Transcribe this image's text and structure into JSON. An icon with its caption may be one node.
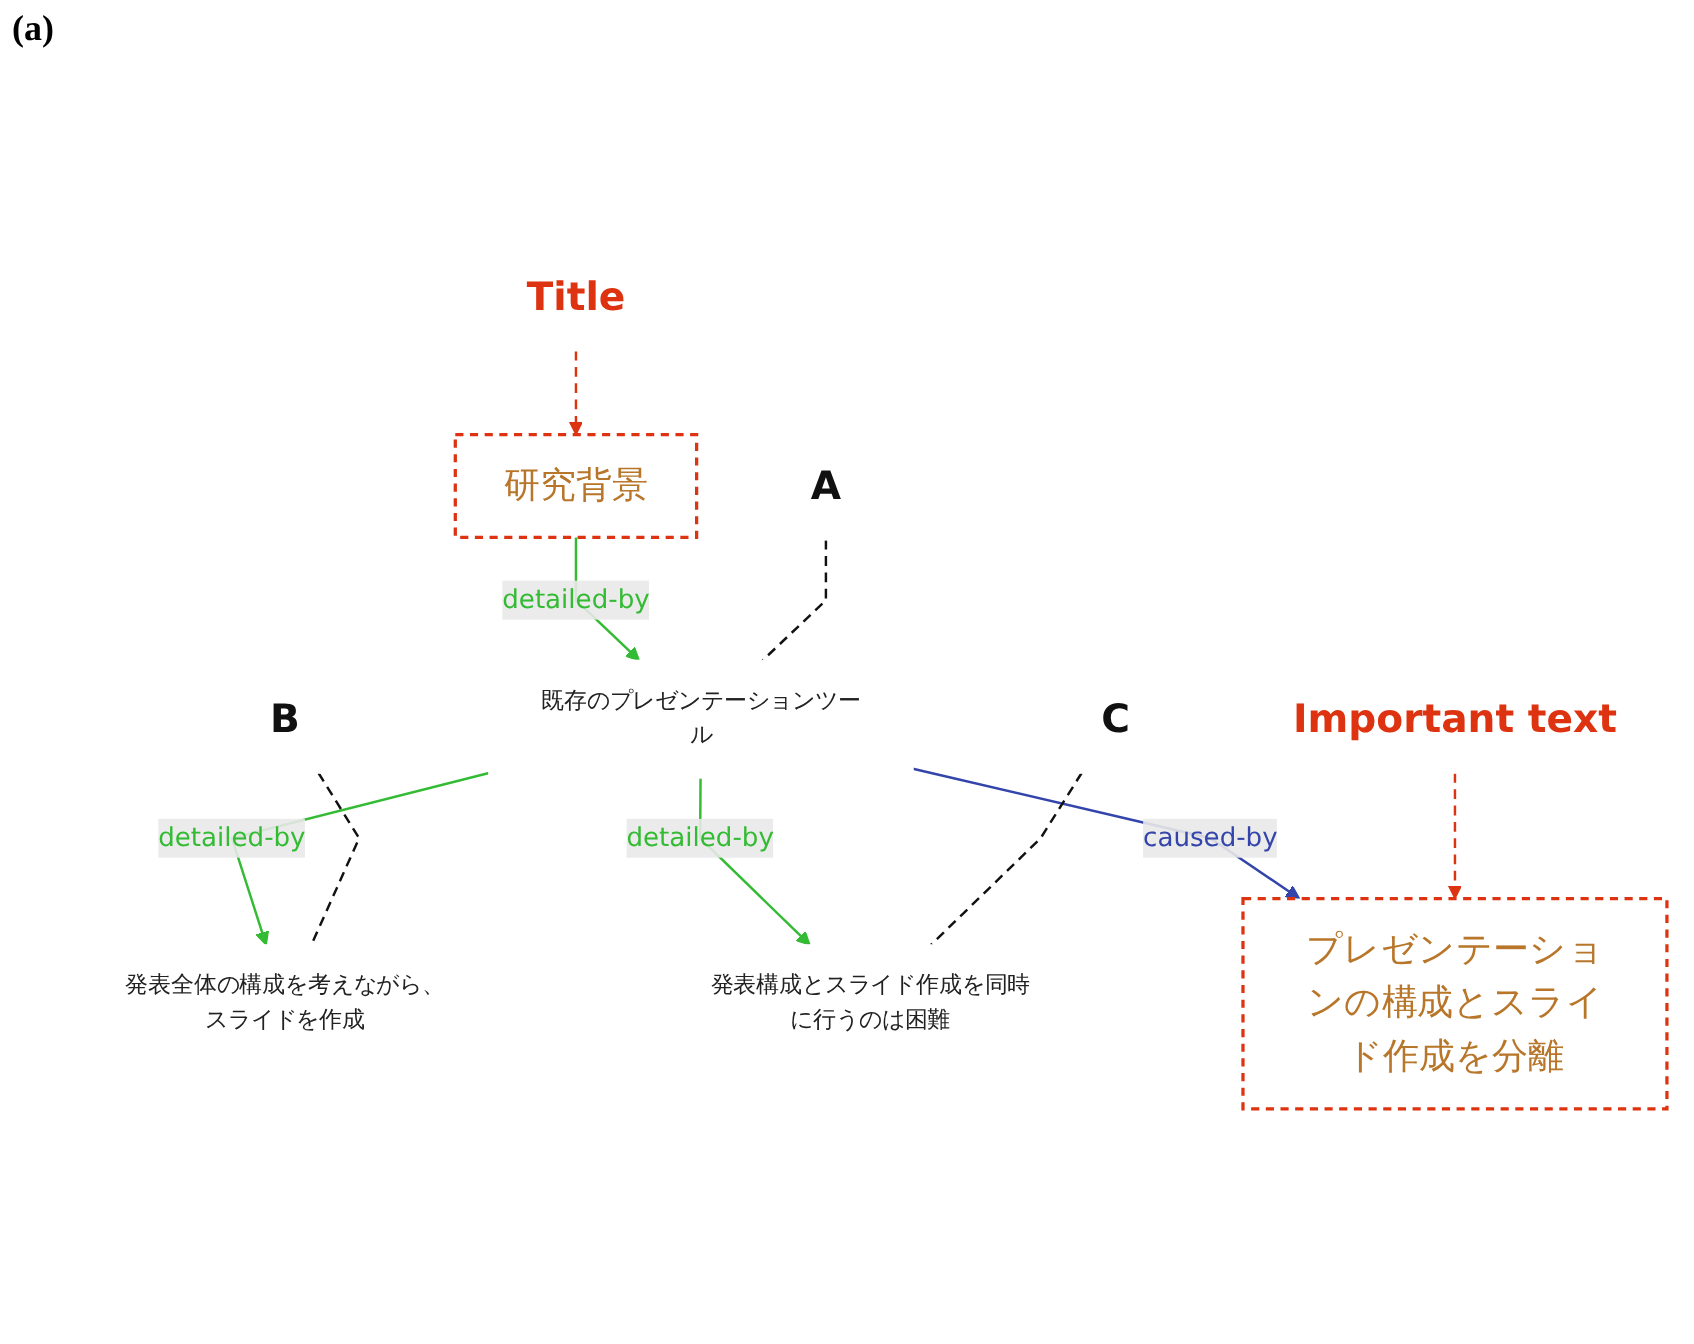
{
  "diagram": {
    "nodes": [
      {
        "text": [
          "研究背景"
        ]
      },
      {
        "text": [
          "既存のプレゼンテーションツール"
        ]
      },
      {
        "text": [
          "発表全体の構成を考えながら、スライドを作成"
        ]
      },
      {
        "text": [
          "発表構成とスライド作成を同時に行うのは困難"
        ]
      },
      {
        "text": [
          "プレゼンテーションの構成とスライド作成を分離"
        ]
      },
      {
        "text": [
          "Title"
        ]
      },
      {
        "text": [
          "Important text"
        ]
      },
      {
        "text": [
          "A"
        ]
      },
      {
        "text": [
          "B"
        ]
      },
      {
        "text": [
          "C"
        ]
      }
    ],
    "edges": [
      {
        "from": 0,
        "to": 1,
        "arrow": "to",
        "label": "detailed-by",
        "color": "#33bb33"
      },
      {
        "from": 1,
        "to": 2,
        "arrow": "to",
        "label": "detailed-by",
        "color": "#33bb33"
      },
      {
        "from": 1,
        "to": 3,
        "arrow": "to",
        "label": "detailed-by",
        "color": "#33bb33"
      },
      {
        "from": 1,
        "to": 4,
        "arrow": "to",
        "label": "caused-by",
        "color": "#3344aa"
      },
      {
        "from": 5,
        "to": 0,
        "arrow": "to",
        "style": "dashed",
        "color": "#dd3311"
      },
      {
        "from": 6,
        "to": 4,
        "arrow": "to",
        "style": "dashed",
        "color": "#dd3311"
      },
      {
        "from": 7,
        "to": 1,
        "arrow": "none",
        "style": "dashed",
        "color": "#111111"
      },
      {
        "from": 8,
        "to": 2,
        "arrow": "none",
        "style": "dashed",
        "color": "#111111"
      },
      {
        "from": 9,
        "to": 3,
        "arrow": "none",
        "style": "dashed",
        "color": "#111111"
      }
    ],
    "labels": [
      "(a)"
    ]
  }
}
